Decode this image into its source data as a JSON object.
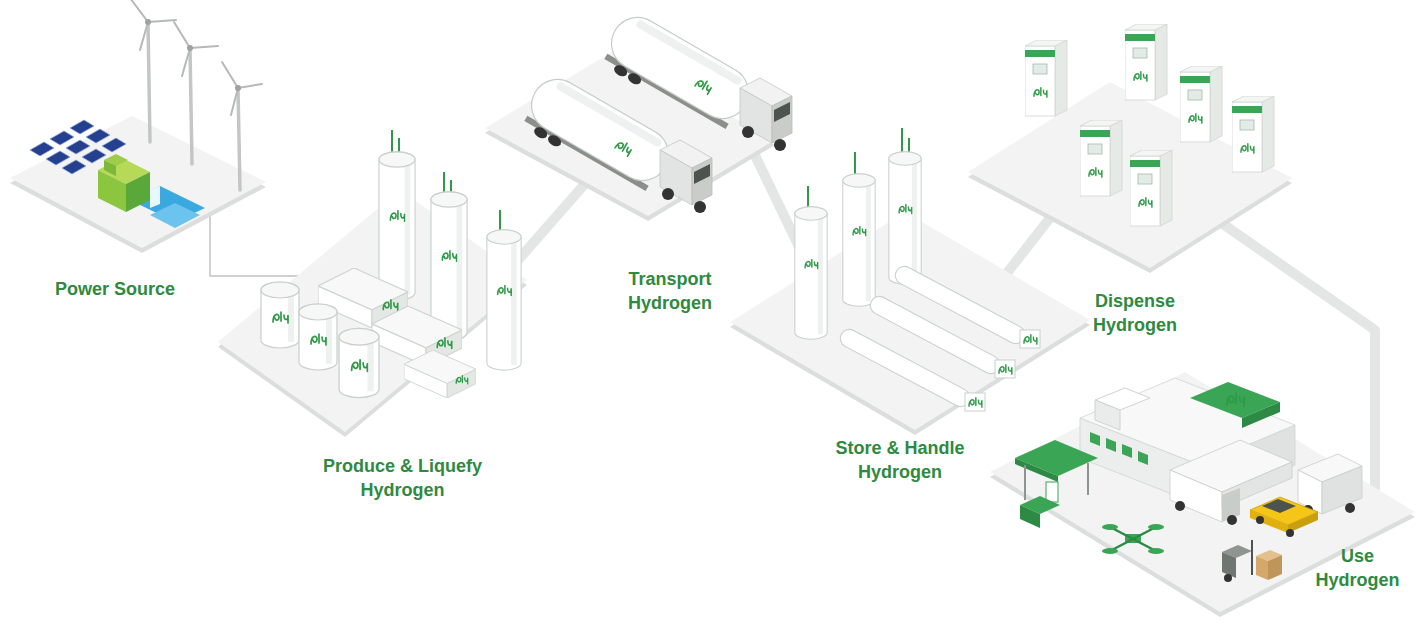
{
  "diagram": {
    "nodes": [
      {
        "text": [
          "Power Source"
        ]
      },
      {
        "text": [
          "Produce & Liquefy Hydrogen"
        ]
      },
      {
        "text": [
          "Transport Hydrogen"
        ]
      },
      {
        "text": [
          "Store & Handle Hydrogen"
        ]
      },
      {
        "text": [
          "Dispense Hydrogen"
        ]
      },
      {
        "text": [
          "Use Hydrogen"
        ]
      }
    ],
    "edges": [
      {
        "from": 0,
        "to": 1,
        "arrow": "none"
      },
      {
        "from": 1,
        "to": 2,
        "arrow": "none"
      },
      {
        "from": 2,
        "to": 3,
        "arrow": "none"
      },
      {
        "from": 3,
        "to": 4,
        "arrow": "none"
      },
      {
        "from": 4,
        "to": 5,
        "arrow": "none"
      }
    ]
  }
}
